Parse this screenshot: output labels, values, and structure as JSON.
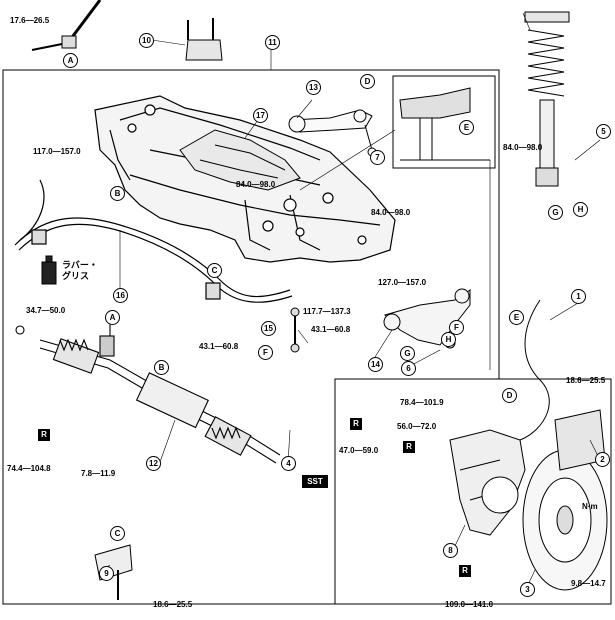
{
  "callouts": {
    "c1": "1",
    "c2": "2",
    "c3": "3",
    "c4": "4",
    "c5": "5",
    "c6": "6",
    "c7": "7",
    "c8": "8",
    "c9": "9",
    "c10": "10",
    "c11": "11",
    "c12": "12",
    "c13": "13",
    "c14": "14",
    "c15": "15",
    "c16": "16",
    "c17": "17"
  },
  "letters": {
    "A": "A",
    "B": "B",
    "C": "C",
    "D": "D",
    "E": "E",
    "F": "F",
    "G": "G",
    "H": "H"
  },
  "torques": {
    "t_17_6_26_5": "17.6—26.5",
    "t_117_157": "117.0—157.0",
    "t_84_98_a": "84.0—98.0",
    "t_84_98_b": "84.0—98.0",
    "t_84_98_c": "84.0—98.0",
    "t_127_157": "127.0—157.0",
    "t_117_7_137_3": "117.7—137.3",
    "t_43_1_60_8_a": "43.1—60.8",
    "t_43_1_60_8_b": "43.1—60.8",
    "t_34_7_50": "34.7—50.0",
    "t_18_6_25_5_a": "18.6—25.5",
    "t_78_4_101_9": "78.4—101.9",
    "t_56_72": "56.0—72.0",
    "t_47_59": "47.0—59.0",
    "t_74_4_104_8": "74.4—104.8",
    "t_7_8_11_9": "7.8—11.9",
    "t_18_6_25_5_b": "18.6—25.5",
    "t_109_141": "109.0—141.0",
    "t_9_8_14_7": "9.8—14.7"
  },
  "markers": {
    "R": "R",
    "SST": "SST"
  },
  "grease_note": "ラバー・\nグリス",
  "unit": "N·m",
  "colors": {
    "line": "#000000",
    "fill_light": "#f2f2f2",
    "fill_mid": "#d8d8d8",
    "fill_dark": "#9a9a9a"
  }
}
